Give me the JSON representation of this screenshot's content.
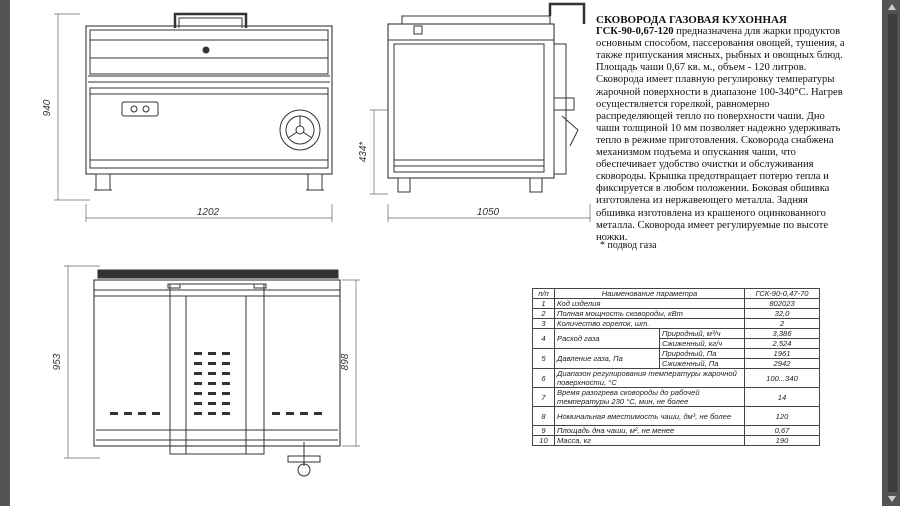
{
  "description": {
    "title": "СКОВОРОДА ГАЗОВАЯ КУХОННАЯ",
    "model": "ГСК-90-0,67-120",
    "text": " предназначена для жарки продуктов основным способом, пассерования овощей, тушения, а также припускания мясных, рыбных и овощных блюд. Площадь чаши 0,67 кв. м., объем - 120 литров. Сковорода имеет плавную регулировку температуры жарочной поверхности в диапазоне 100-340°С. Нагрев осуществляется горелкой, равномерно распределяющей тепло по поверхности чаши. Дно чаши толщиной 10 мм позволяет надежно удерживать тепло в режиме приготовления. Сковорода снабжена механизмом подъема и опускания чаши, что обеспечивает удобство очистки и обслуживания сковороды. Крышка предотвращает потерю тепла и фиксируется в любом положении. Боковая обшивка изготовлена из нержавеющего металла. Задняя обшивка изготовлена из крашеного оцинкованного металла. Сковорода имеет регулируемые по высоте ножки.",
    "footnote": "* подвод газа"
  },
  "drawing": {
    "front_width": "1202",
    "front_height": "940",
    "side_depth": "1050",
    "side_height": "434*",
    "plan_depth": "953",
    "plan_inner": "898"
  },
  "spec_table": {
    "header": {
      "num": "п/п",
      "name": "Наименование параметра",
      "value": "ГСК-90-0,47-70"
    },
    "rows": [
      {
        "num": "1",
        "name": "Код изделия",
        "value": "802023"
      },
      {
        "num": "2",
        "name": "Полная мощность сковороды, кВт",
        "value": "32,0"
      },
      {
        "num": "3",
        "name": "Количество горелок, шт.",
        "value": "2"
      },
      {
        "num": "4",
        "name": "Расход газа",
        "sub1": "Природный, м³/ч",
        "val1": "3,386",
        "sub2": "Сжиженный, кг/ч",
        "val2": "2,524"
      },
      {
        "num": "5",
        "name": "Давление газа, Па",
        "sub1": "Природный, Па",
        "val1": "1961",
        "sub2": "Сжиженный, Па",
        "val2": "2942"
      },
      {
        "num": "6",
        "name": "Диапазон регулирования температуры жарочной поверхности, °С",
        "value": "100...340"
      },
      {
        "num": "7",
        "name": "Время разогрева сковороды до рабочей температуры 230 °С, мин, не более",
        "value": "14"
      },
      {
        "num": "8",
        "name": "Номинальная вместимость чаши, дм³, не более",
        "value": "120"
      },
      {
        "num": "9",
        "name": "Площадь дна чаши, м², не менее",
        "value": "0,67"
      },
      {
        "num": "10",
        "name": "Масса, кг",
        "value": "190"
      }
    ]
  }
}
